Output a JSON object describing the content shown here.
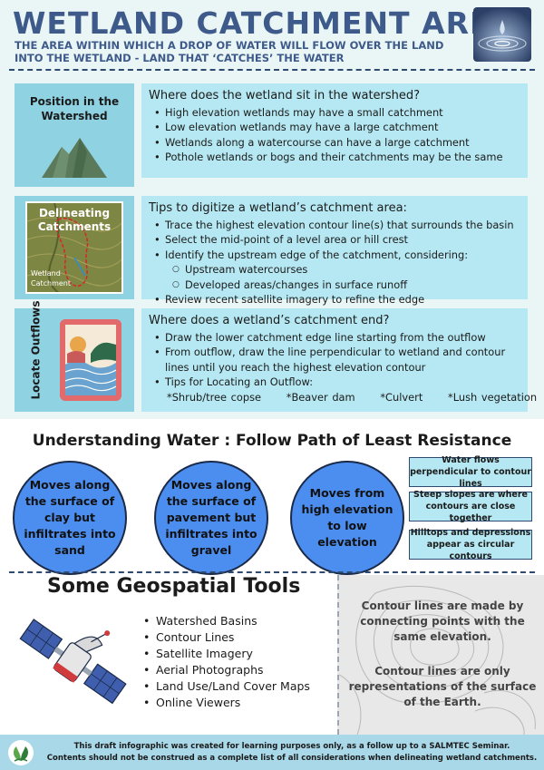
{
  "header": {
    "title": "WETLAND CATCHMENT AREA",
    "subtitle": "THE AREA WITHIN WHICH A DROP OF WATER WILL FLOW OVER THE LAND INTO THE WETLAND - LAND THAT ‘CATCHES’ THE WATER"
  },
  "position": {
    "label": "Position in the Watershed",
    "question": "Where does the wetland sit in the watershed?",
    "items": [
      "High elevation wetlands may have a small catchment",
      "Low elevation wetlands may have a large catchment",
      "Wetlands along a watercourse can have a large catchment",
      "Pothole wetlands or bogs and their catchments may be the same"
    ]
  },
  "delineating": {
    "label": "Delineating Catchments",
    "map_caption": "Wetland Catchment",
    "question": "Tips to digitize a wetland’s catchment area:",
    "items": [
      "Trace the highest elevation contour line(s) that surrounds the basin",
      "Select the mid-point of a level area or hill crest",
      "Identify the upstream edge of the catchment, considering:"
    ],
    "subitems": [
      "Upstream watercourses",
      "Developed areas/changes in surface runoff"
    ],
    "last_item": "Review recent satellite imagery to refine the edge"
  },
  "outflows": {
    "label": "Locate Outflows",
    "question": "Where does a wetland’s catchment end?",
    "items": [
      "Draw the lower catchment edge line starting from the outflow",
      "From outflow, draw the line perpendicular to wetland and contour lines until you reach the highest elevation contour",
      "Tips for Locating an Outflow:"
    ],
    "tips": "*Shrub/tree copse      *Beaver dam      *Culvert      *Lush vegetation"
  },
  "water": {
    "title": "Understanding Water : Follow Path of Least Resistance",
    "circles": [
      "Moves along the surface of clay but infiltrates into sand",
      "Moves along the surface of pavement but infiltrates into gravel",
      "Moves from high elevation to low elevation"
    ],
    "facts": [
      "Water flows perpendicular to contour lines",
      "Steep slopes are where contours are close together",
      "Hilltops and depressions appear as circular contours"
    ]
  },
  "tools": {
    "title": "Some Geospatial Tools",
    "items": [
      "Watershed Basins",
      "Contour Lines",
      "Satellite Imagery",
      "Aerial Photographs",
      "Land Use/Land Cover Maps",
      "Online Viewers"
    ],
    "contour_text_1": "Contour lines are made by connecting points with the same elevation.",
    "contour_text_2": "Contour lines are only representations of the surface of the Earth."
  },
  "footer": {
    "line1": "This draft infographic was created for learning purposes only, as a follow up to a SALMTEC Seminar.",
    "line2": "Contents should not be construed as a complete list of all considerations when delineating wetland catchments."
  },
  "colors": {
    "title_blue": "#3e5a8a",
    "left_box": "#8fd3e3",
    "right_box": "#b5e8f2",
    "circle_blue": "#4b8ef0",
    "footer_bg": "#a9d8e8"
  }
}
